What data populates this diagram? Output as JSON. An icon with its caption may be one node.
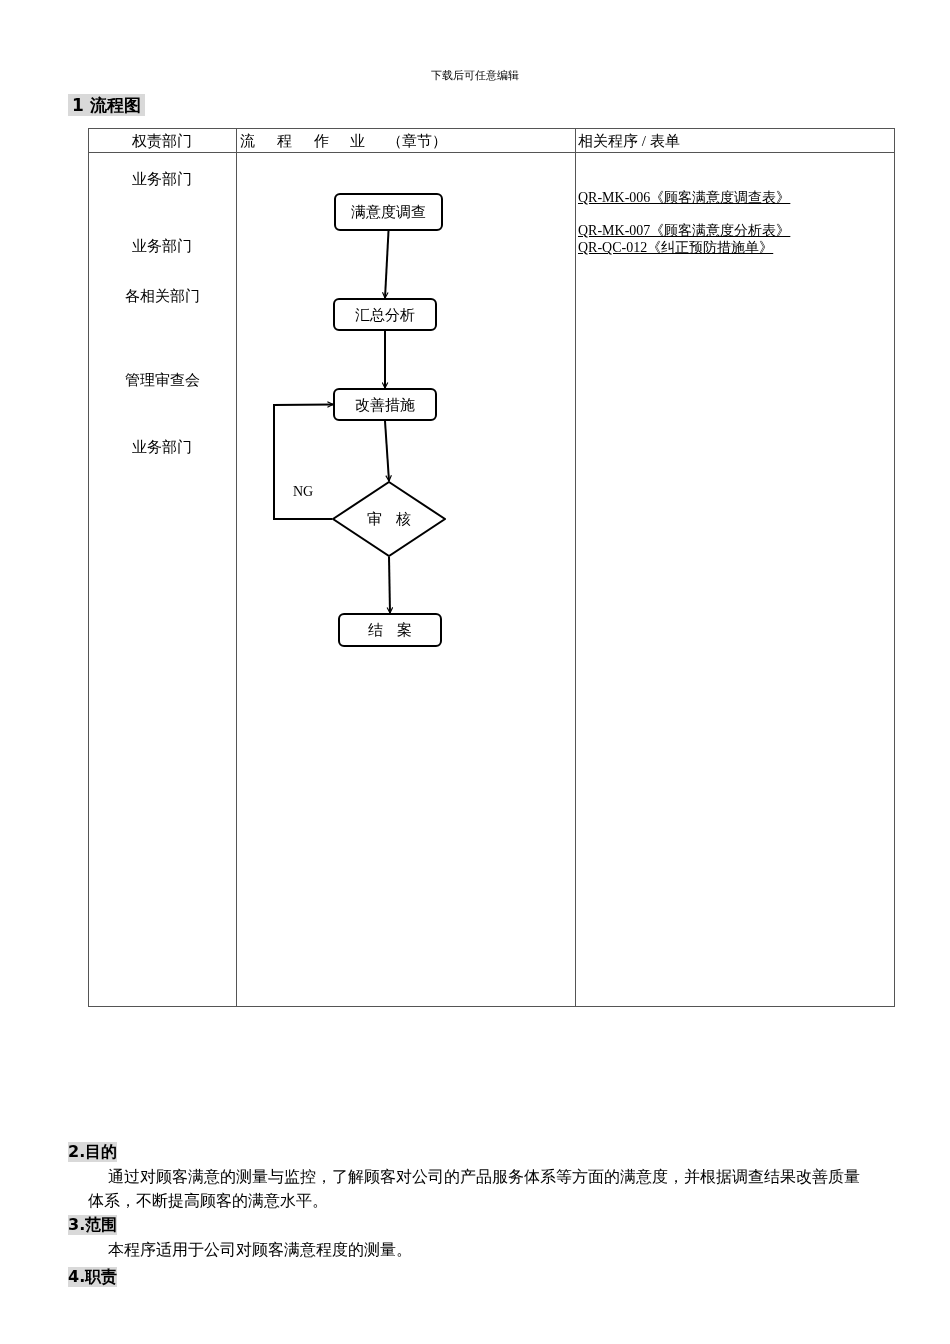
{
  "diagram": {
    "title": "1 流程图",
    "nodes": [
      {
        "text": [
          "满意度调查"
        ]
      },
      {
        "text": [
          "汇总分析"
        ]
      },
      {
        "text": [
          "改善措施"
        ]
      },
      {
        "text": [
          "审 核"
        ]
      },
      {
        "text": [
          "结 案"
        ]
      }
    ],
    "edges": [
      {
        "from": 0,
        "to": 1,
        "arrow": "to"
      },
      {
        "from": 1,
        "to": 2,
        "arrow": "to"
      },
      {
        "from": 2,
        "to": 3,
        "arrow": "to"
      },
      {
        "from": 3,
        "to": 4,
        "arrow": "to"
      },
      {
        "from": 3,
        "to": 2,
        "arrow": "to",
        "label": "NG"
      }
    ],
    "labels": [
      "下载后可任意编辑",
      "权责部门",
      "流 程 作 业 （章节）",
      "相关程序 / 表单",
      "业务部门",
      "业务部门",
      "各相关部门",
      "管理审查会",
      "业务部门",
      "QR-MK-006《顾客满意度调查表》",
      "QR-MK-007《顾客满意度分析表》",
      "QR-QC-012《纠正预防措施单》",
      "2.目的",
      "通过对顾客满意的测量与监控，了解顾客对公司的产品服务体系等方面的满意度，并根据调查结果改善质量体系，不断提高顾客的满意水平。",
      "3.范围",
      "本程序适用于公司对顾客满意程度的测量。",
      "4.职责"
    ]
  }
}
